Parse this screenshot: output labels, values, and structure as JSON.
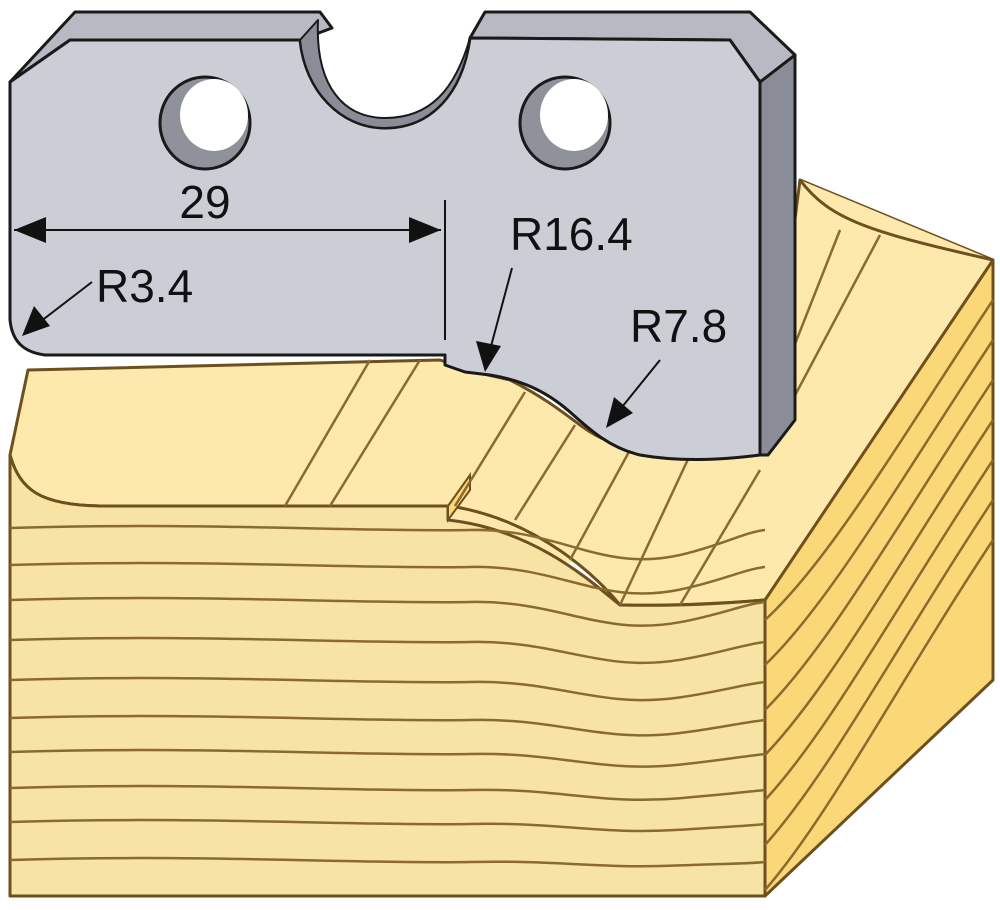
{
  "colors": {
    "wood_face": "#fde9ac",
    "wood_side": "#fbd877",
    "wood_end": "#f7e3a4",
    "grain": "#8a6a2f",
    "edge": "#6e4f1e",
    "knife_face": "#ccced6",
    "knife_side": "#8a8d97",
    "knife_top": "#b8bac3",
    "knife_hole": "#8f929b",
    "knife_edge": "#1a1a1a",
    "dimension": "#111111"
  },
  "dimensions": {
    "width": "29",
    "radius_small": "R3.4",
    "radius_large": "R16.4",
    "radius_medium": "R7.8"
  }
}
